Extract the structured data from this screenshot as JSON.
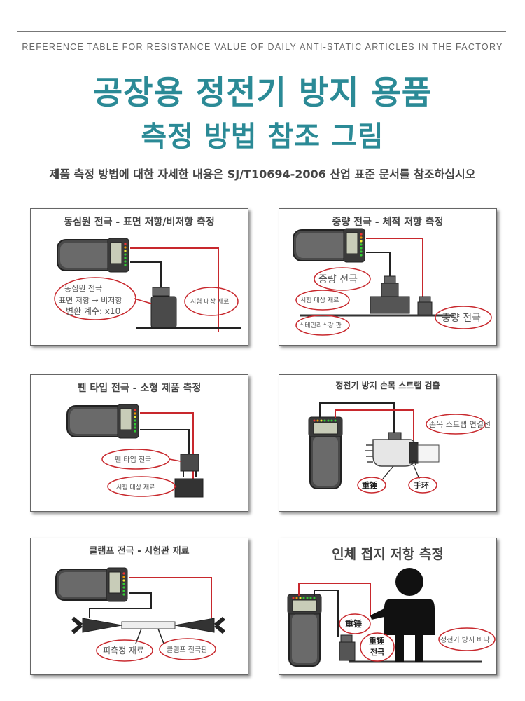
{
  "header": {
    "subtitle_en": "REFERENCE TABLE FOR RESISTANCE VALUE OF DAILY ANTI-STATIC ARTICLES IN THE FACTORY",
    "title_line1": "공장용 정전기 방지 용품",
    "title_line2": "측정 방법 참조 그림",
    "note": "제품 측정 방법에 대한 자세한 내용은 SJ/T10694-2006 산업 표준 문서를 참조하십시오"
  },
  "panels": {
    "p1": {
      "title": "동심원 전극 - 표면 저항/비저항 측정",
      "label_electrode": "동심원 전극",
      "label_surface": "표면 저항 → 비저항",
      "label_factor": "변환 계수: x10",
      "label_sample": "시험 대상 재료"
    },
    "p2": {
      "title": "중량 전극 - 체적 저항 측정",
      "label_weight1": "중량 전극",
      "label_sample": "시험 대상 재료",
      "label_plate": "스테인리스강 판",
      "label_weight2": "중량 전극"
    },
    "p3": {
      "title": "펜 타입 전극 - 소형 제품 측정",
      "label_pen": "펜 타입 전극",
      "label_sample": "시험 대상 재료"
    },
    "p4": {
      "title": "정전기 방지 손목 스트랩 검출",
      "label_strap": "손목 스트랩 연결선",
      "label_hammer": "重锤",
      "label_ring": "手环"
    },
    "p5": {
      "title": "클램프 전극 - 시험관 재료",
      "label_measured": "피측정 재료",
      "label_clamp": "클램프 전극판"
    },
    "p6": {
      "title": "인체 접지 저항 측정",
      "label_hammer1": "重锤",
      "label_hammer2a": "重锤",
      "label_hammer2b": "전극",
      "label_floor": "정전기 방지 바닥"
    }
  },
  "colors": {
    "title": "#2b8a96",
    "wire_red": "#c8282d",
    "wire_black": "#222222",
    "meter_body": "#4a4a4a",
    "screen": "#c8ccb8"
  }
}
